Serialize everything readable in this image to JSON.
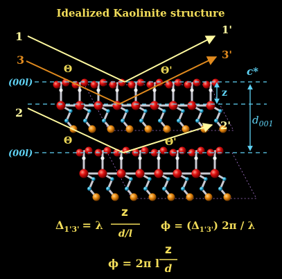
{
  "title": "Idealized Kaolinite structure",
  "beams": {
    "b1": "1",
    "b1p": "1'",
    "b2": "2",
    "b2p": "2'",
    "b3": "3",
    "b3p": "3'"
  },
  "planes": {
    "top": "(00l)",
    "bottom": "(00l)"
  },
  "angles": {
    "theta": "Θ",
    "theta_prime": "Θ'"
  },
  "axes": {
    "c_star": "c*",
    "z": "z",
    "d001": "d",
    "d001_sub": "001"
  },
  "formulas": {
    "f1": {
      "delta": "Δ",
      "delta_sub": "1'3'",
      "eq": "= λ",
      "num": "z",
      "den": "d/l"
    },
    "f2": {
      "lhs": "ϕ = (Δ",
      "sub": "1'3'",
      "rhs": ") 2π / λ"
    },
    "f3": {
      "lhs": "ϕ = 2π l",
      "num": "z",
      "den": "d"
    }
  },
  "colors": {
    "title": "#f2dd5a",
    "beam1": "#fffaa0",
    "beam3": "#e08a1e",
    "plane": "#5fd3f5",
    "oxygen": "#e01010",
    "silicon": "#2ab0d8",
    "cation": "#e98a10",
    "bond": "#c9c9d2"
  }
}
